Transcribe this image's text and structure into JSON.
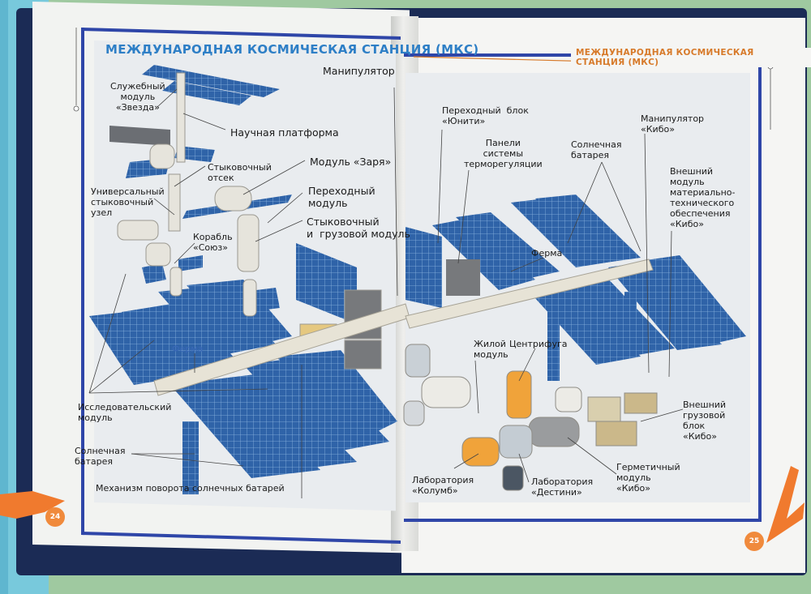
{
  "left_page": {
    "title": "МЕЖДУНАРОДНАЯ КОСМИЧЕСКАЯ  СТАНЦИЯ (МКС)",
    "page_number": "24",
    "labels": {
      "zvezda": "Служебный\nмодуль\n«Звезда»",
      "science_platform": "Научная  платформа",
      "docking_bay": "Стыковочный\nотсек",
      "zarya": "Модуль  «Заря»",
      "universal_node": "Универсальный\nстыковочный\nузел",
      "transfer_module": "Переходный\nмодуль",
      "soyuz": "Корабль\n«Союз»",
      "docking_cargo": "Стыковочный\nи  грузовой модуль",
      "manipulator": "Манипулятор",
      "truss": "Ферма",
      "research_module": "Исследовательский\nмодуль",
      "solar_array": "Солнечная\nбатарея",
      "rotation_mechanism": "Механизм  поворота  солнечных  батарей"
    }
  },
  "right_page": {
    "title": "МЕЖДУНАРОДНАЯ КОСМИЧЕСКАЯ СТАНЦИЯ (МКС)",
    "page_number": "25",
    "labels": {
      "unity": "Переходный  блок\n«Юнити»",
      "thermal_panels": "Панели\nсистемы\nтерморегуляции",
      "solar_array": "Солнечная\nбатарея",
      "kibo_manipulator": "Манипулятор\n«Кибо»",
      "kibo_external": "Внешний\nмодуль\nматериально-\nтехнического\nобеспечения\n«Кибо»",
      "truss": "Ферма",
      "centrifuge": "Центрифуга",
      "habitation": "Жилой\nмодуль",
      "kibo_cargo": "Внешний\nгрузовой\nблок\n«Кибо»",
      "columbus": "Лаборатория\n«Колумб»",
      "destiny": "Лаборатория\n«Дестини»",
      "kibo_pressurized": "Герметичный\nмодуль\n«Кибо»"
    }
  },
  "colors": {
    "frame": "#2f46a8",
    "accent_orange": "#f08a3c",
    "title_blue": "#2e7fc6",
    "solar_blue": "#2f63a8"
  }
}
